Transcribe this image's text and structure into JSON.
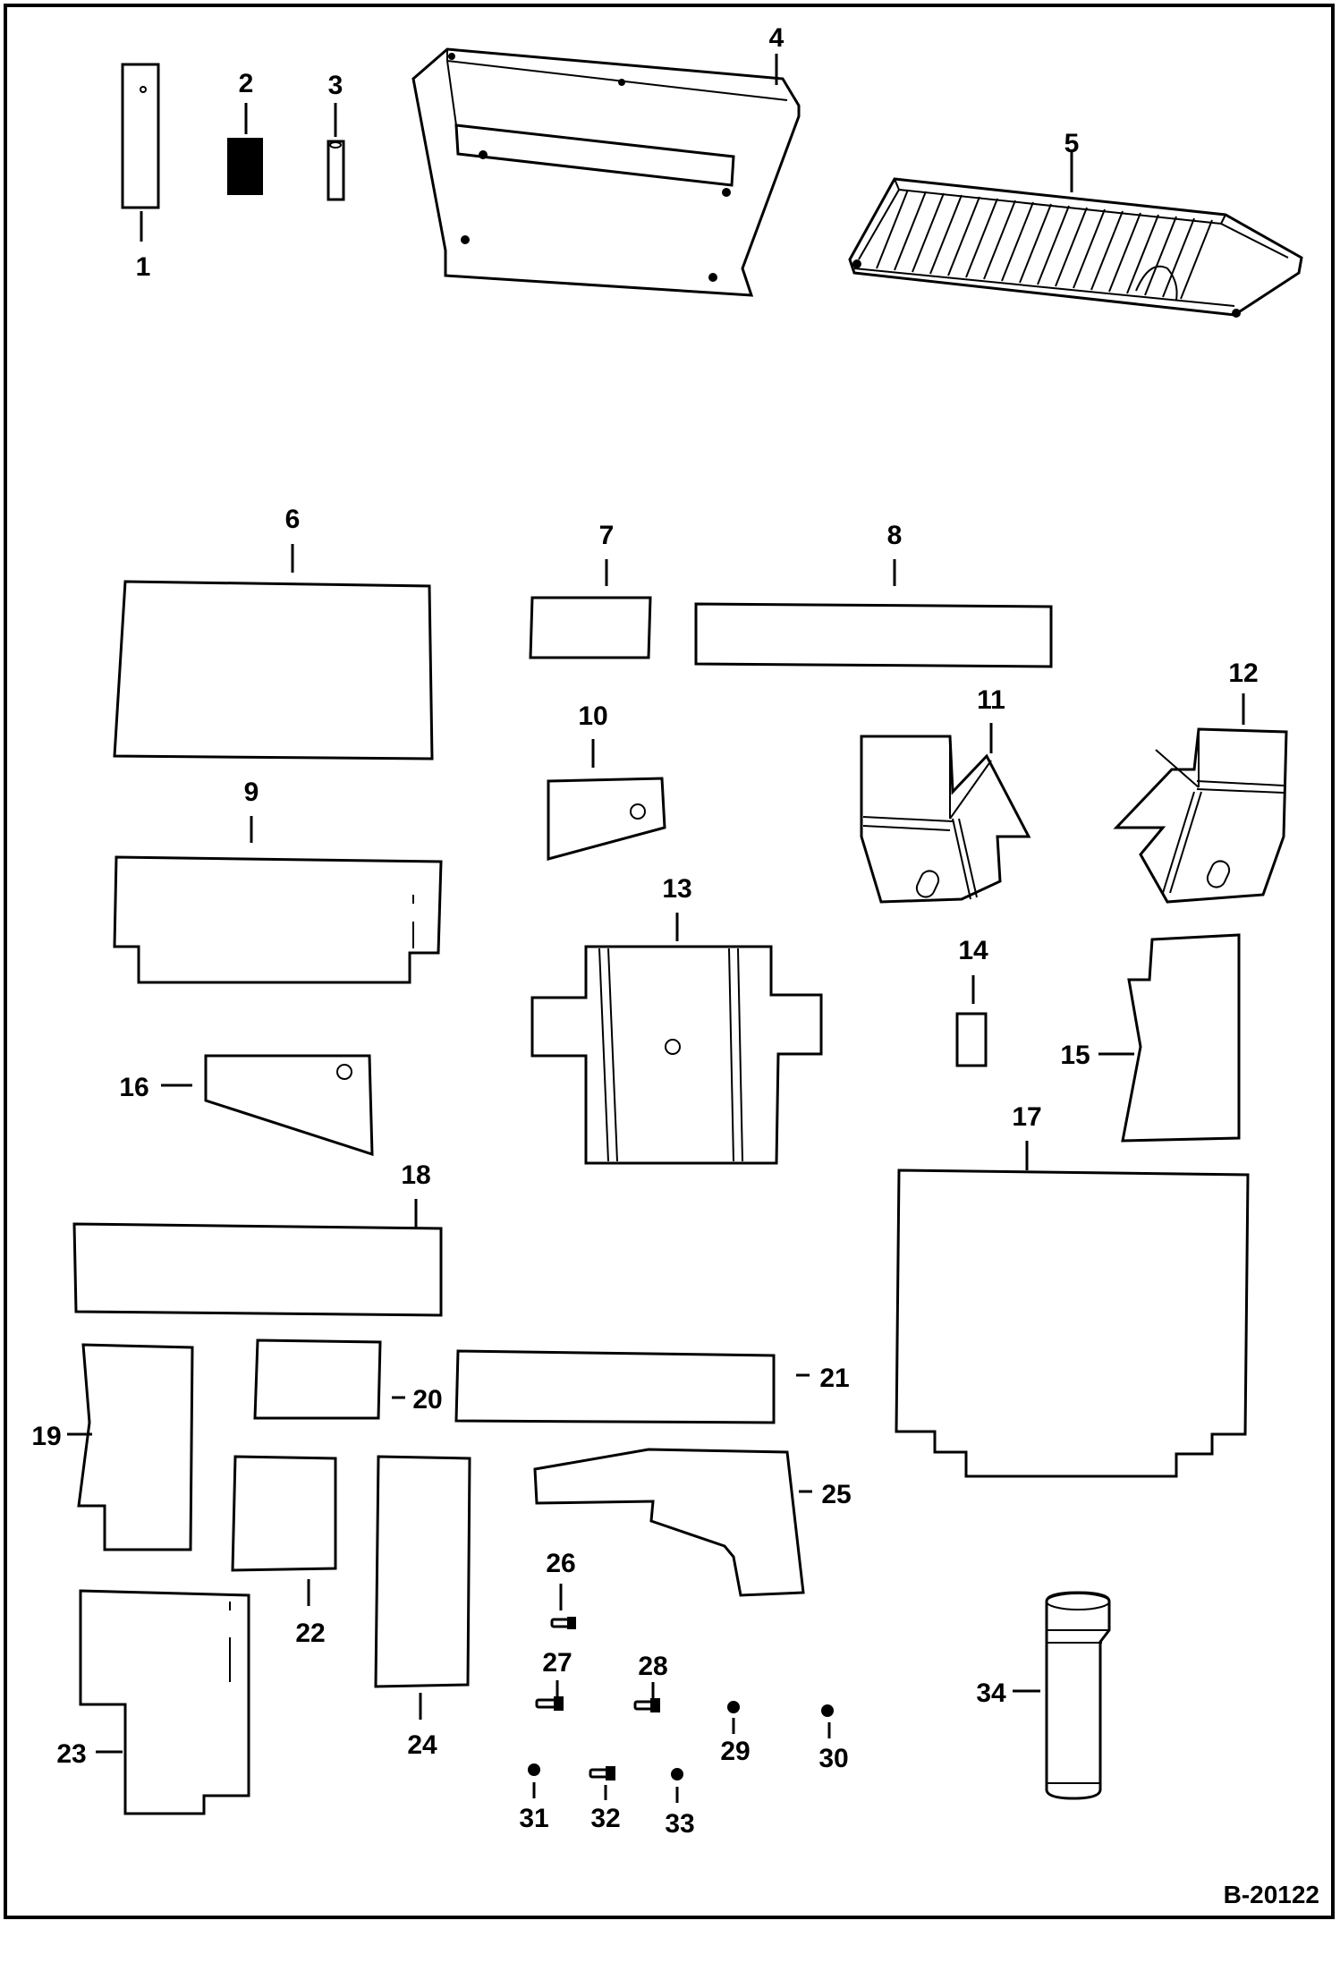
{
  "drawing": {
    "reference_number": "B-20122",
    "callouts": [
      {
        "id": "1",
        "label": "1"
      },
      {
        "id": "2",
        "label": "2"
      },
      {
        "id": "3",
        "label": "3"
      },
      {
        "id": "4",
        "label": "4"
      },
      {
        "id": "5",
        "label": "5"
      },
      {
        "id": "6",
        "label": "6"
      },
      {
        "id": "7",
        "label": "7"
      },
      {
        "id": "8",
        "label": "8"
      },
      {
        "id": "9",
        "label": "9"
      },
      {
        "id": "10",
        "label": "10"
      },
      {
        "id": "11",
        "label": "11"
      },
      {
        "id": "12",
        "label": "12"
      },
      {
        "id": "13",
        "label": "13"
      },
      {
        "id": "14",
        "label": "14"
      },
      {
        "id": "15",
        "label": "15"
      },
      {
        "id": "16",
        "label": "16"
      },
      {
        "id": "17",
        "label": "17"
      },
      {
        "id": "18",
        "label": "18"
      },
      {
        "id": "19",
        "label": "19"
      },
      {
        "id": "20",
        "label": "20"
      },
      {
        "id": "21",
        "label": "21"
      },
      {
        "id": "22",
        "label": "22"
      },
      {
        "id": "23",
        "label": "23"
      },
      {
        "id": "24",
        "label": "24"
      },
      {
        "id": "25",
        "label": "25"
      },
      {
        "id": "26",
        "label": "26"
      },
      {
        "id": "27",
        "label": "27"
      },
      {
        "id": "28",
        "label": "28"
      },
      {
        "id": "29",
        "label": "29"
      },
      {
        "id": "30",
        "label": "30"
      },
      {
        "id": "31",
        "label": "31"
      },
      {
        "id": "32",
        "label": "32"
      },
      {
        "id": "33",
        "label": "33"
      },
      {
        "id": "34",
        "label": "34"
      }
    ]
  }
}
